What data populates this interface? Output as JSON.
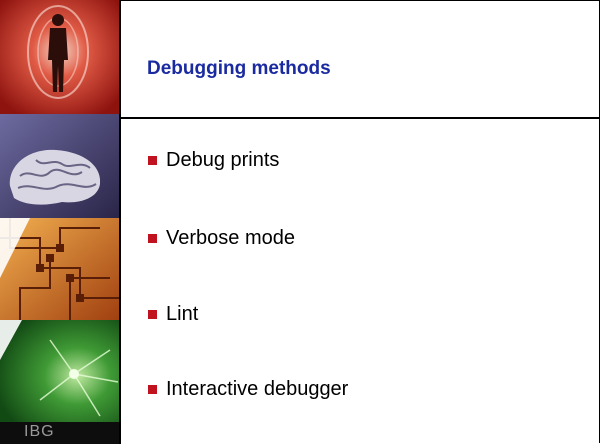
{
  "slide": {
    "title": "Debugging methods",
    "bullets": [
      "Debug prints",
      "Verbose mode",
      "Lint",
      "Interactive debugger"
    ],
    "logo_text": "IBG"
  },
  "colors": {
    "title": "#1a2aa0",
    "bullet_marker": "#c1121f",
    "sidebar_red": "#b3201b",
    "sidebar_purple": "#4a3f6e",
    "sidebar_orange": "#d8851e",
    "sidebar_green": "#2f7a2a",
    "logo_bg": "#0d0d0d",
    "logo_text": "#9a9a9a"
  },
  "icons": [
    "human-silhouette-icon",
    "brain-icon",
    "circuit-board-icon",
    "neuron-icon"
  ]
}
